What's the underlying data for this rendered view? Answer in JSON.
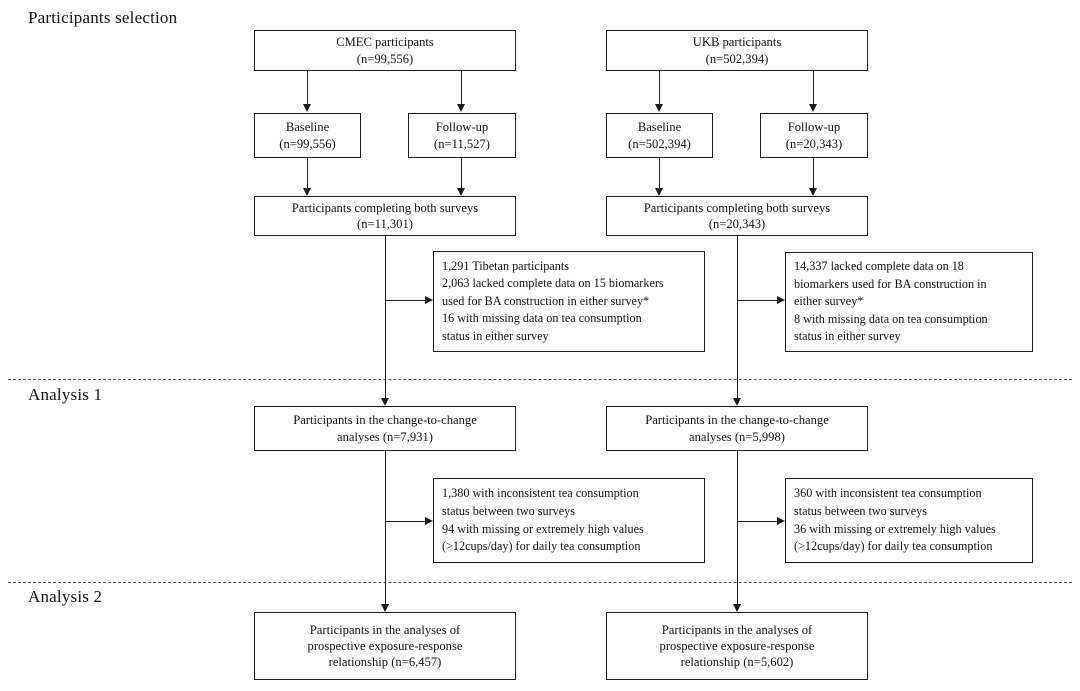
{
  "figure": {
    "title_visible": false
  },
  "sections": [
    {
      "id": "participants-selection",
      "label": "Participants selection"
    },
    {
      "id": "analysis-1",
      "label": "Analysis 1"
    },
    {
      "id": "analysis-2",
      "label": "Analysis 2"
    }
  ],
  "cohorts": {
    "cmec": {
      "source": {
        "line1": "CMEC participants",
        "line2": "(n=99,556)"
      },
      "baseline": {
        "line1": "Baseline",
        "line2": "(n=99,556)"
      },
      "followup": {
        "line1": "Follow-up",
        "line2": "(n=11,527)"
      },
      "both_surveys": {
        "line1": "Participants completing both surveys",
        "line2": "(n=11,301)"
      },
      "exclusion_1": {
        "lines": [
          "1,291 Tibetan participants",
          "2,063 lacked complete data on 15 biomarkers",
          "used for BA construction in either survey*",
          "16 with missing data on tea consumption",
          "status in either survey"
        ]
      },
      "analysis1_node": {
        "line1": "Participants in the change-to-change",
        "line2": "analyses (n=7,931)"
      },
      "exclusion_2": {
        "lines": [
          "1,380 with inconsistent tea consumption",
          "status between two surveys",
          "94 with missing or extremely high values",
          "(>12cups/day) for daily tea consumption"
        ]
      },
      "analysis2_node": {
        "line1": "Participants in the analyses of",
        "line2": "prospective exposure-response",
        "line3": "relationship (n=6,457)"
      }
    },
    "ukb": {
      "source": {
        "line1": "UKB participants",
        "line2": "(n=502,394)"
      },
      "baseline": {
        "line1": "Baseline",
        "line2": "(n=502,394)"
      },
      "followup": {
        "line1": "Follow-up",
        "line2": "(n=20,343)"
      },
      "both_surveys": {
        "line1": "Participants completing both surveys",
        "line2": "(n=20,343)"
      },
      "exclusion_1": {
        "lines": [
          "14,337 lacked complete data on 18",
          "biomarkers used for BA construction in",
          "either survey*",
          "8 with missing data on tea consumption",
          "status in either survey"
        ]
      },
      "analysis1_node": {
        "line1": "Participants in the change-to-change",
        "line2": "analyses (n=5,998)"
      },
      "exclusion_2": {
        "lines": [
          "360 with inconsistent tea consumption",
          "status between two surveys",
          "36 with missing or extremely high values",
          "(>12cups/day) for daily tea consumption"
        ]
      },
      "analysis2_node": {
        "line1": "Participants in the analyses of",
        "line2": "prospective exposure-response",
        "line3": "relationship (n=5,602)"
      }
    }
  },
  "colors": {
    "stroke": "#1b1b1b",
    "background": "#ffffff",
    "divider": "#4a4a4a"
  }
}
